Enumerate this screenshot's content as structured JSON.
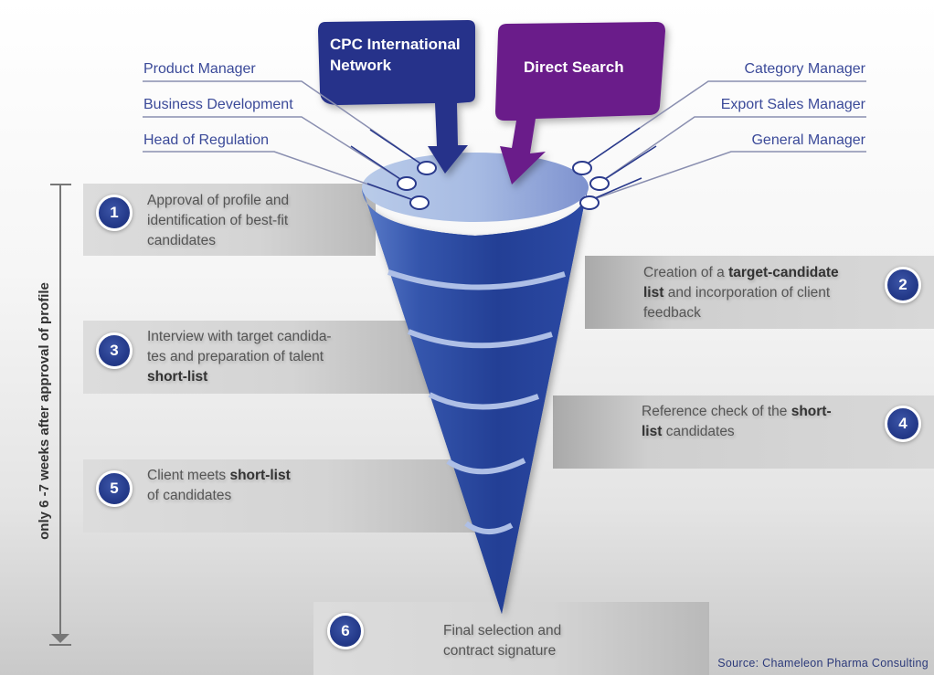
{
  "title": "Executive search recruitment funnel",
  "sources": {
    "cpc": {
      "line1": "CPC International",
      "line2": "Network"
    },
    "direct": {
      "label": "Direct Search"
    }
  },
  "roles_left": [
    "Product Manager",
    "Business Development",
    "Head of Regulation"
  ],
  "roles_right": [
    "Category Manager",
    "Export Sales Manager",
    "General Manager"
  ],
  "timeline": {
    "label": "only 6 -7 weeks after approval of profile"
  },
  "steps": [
    {
      "number": "1",
      "parts": [
        {
          "t": "Approval of profile and",
          "b": false
        }
      ],
      "line2": "identification of best-fit",
      "line3": "candidates"
    },
    {
      "number": "2",
      "l1a": "Creation of a ",
      "l1b": "target-candidate",
      "l2a": "list",
      "l2b": " and incorporation of client",
      "l3": "feedback"
    },
    {
      "number": "3",
      "l1": "Interview with target candida-",
      "l2": "tes and preparation of talent",
      "l3": "short-list"
    },
    {
      "number": "4",
      "l1a": "Reference check of the ",
      "l1b": "short-",
      "l2a": "list",
      "l2b": " candidates"
    },
    {
      "number": "5",
      "l1a": "Client meets ",
      "l1b": "short-list",
      "l2": "of candidates"
    },
    {
      "number": "6",
      "l1": "Final selection and",
      "l2": "contract signature"
    }
  ],
  "source_note": "Source: Chameleon Pharma Consulting",
  "colors": {
    "cpc_bubble": "#27308a",
    "direct_bubble": "#6a1f8a",
    "funnel": "#2e4fa8",
    "funnel_rim": "#a9bde6",
    "badge": "#243a8a",
    "role_text": "#3b4a99"
  }
}
